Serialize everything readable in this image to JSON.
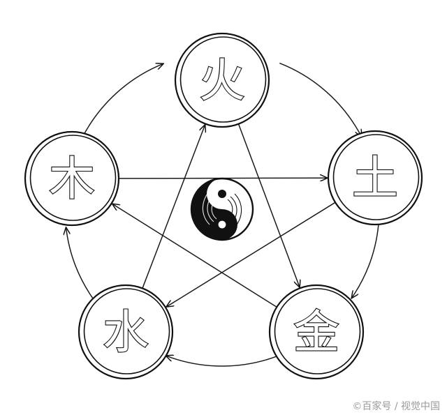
{
  "center_symbol": "yin-yang-icon",
  "elements": [
    {
      "id": "top",
      "glyph": "火"
    },
    {
      "id": "left",
      "glyph": "木"
    },
    {
      "id": "right",
      "glyph": "土"
    },
    {
      "id": "bottom-left",
      "glyph": "水"
    },
    {
      "id": "bottom-right",
      "glyph": "金"
    }
  ],
  "generating_cycle": [
    [
      "top",
      "right"
    ],
    [
      "right",
      "bottom-right"
    ],
    [
      "bottom-right",
      "bottom-left"
    ],
    [
      "bottom-left",
      "left"
    ],
    [
      "left",
      "top"
    ]
  ],
  "overcoming_cycle": [
    [
      "top",
      "bottom-right"
    ],
    [
      "bottom-right",
      "left"
    ],
    [
      "left",
      "right"
    ],
    [
      "right",
      "bottom-left"
    ],
    [
      "bottom-left",
      "top"
    ]
  ],
  "watermark": "©百家号 / 视觉中国"
}
